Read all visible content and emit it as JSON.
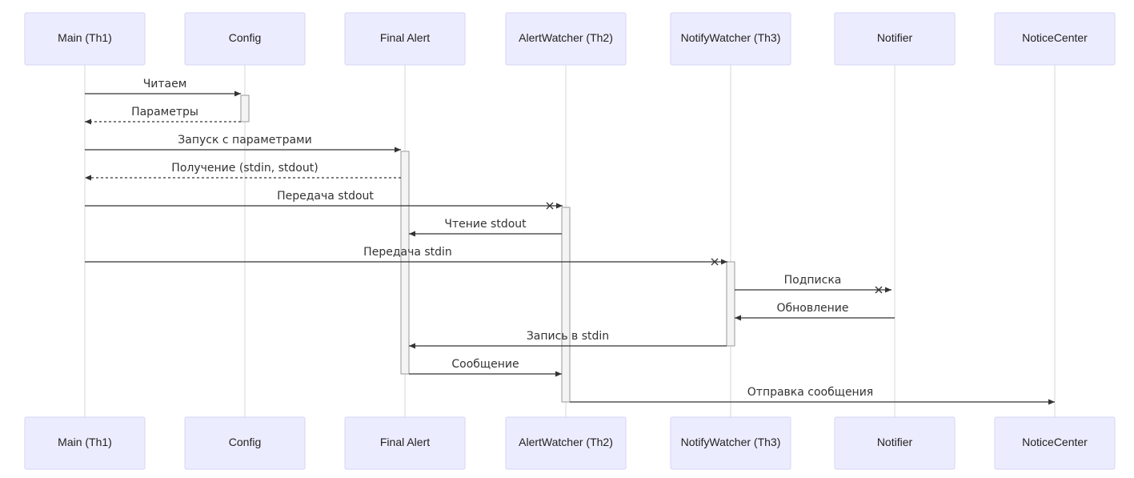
{
  "actors": [
    {
      "id": "main",
      "label": "Main (Th1)"
    },
    {
      "id": "config",
      "label": "Config"
    },
    {
      "id": "final",
      "label": "Final Alert"
    },
    {
      "id": "aw",
      "label": "AlertWatcher (Th2)"
    },
    {
      "id": "nw",
      "label": "NotifyWatcher (Th3)"
    },
    {
      "id": "notifier",
      "label": "Notifier"
    },
    {
      "id": "nc",
      "label": "NoticeCenter"
    }
  ],
  "messages": [
    {
      "from": "main",
      "to": "config",
      "label": "Читаем",
      "style": "solid",
      "head": "arrow"
    },
    {
      "from": "config",
      "to": "main",
      "label": "Параметры",
      "style": "dashed",
      "head": "arrow"
    },
    {
      "from": "main",
      "to": "final",
      "label": "Запуск с параметрами",
      "style": "solid",
      "head": "arrow"
    },
    {
      "from": "final",
      "to": "main",
      "label": "Получение (stdin, stdout)",
      "style": "dashed",
      "head": "arrow"
    },
    {
      "from": "main",
      "to": "aw",
      "label": "Передача stdout",
      "style": "solid",
      "head": "cross"
    },
    {
      "from": "aw",
      "to": "final",
      "label": "Чтение stdout",
      "style": "solid",
      "head": "arrow"
    },
    {
      "from": "main",
      "to": "nw",
      "label": "Передача stdin",
      "style": "solid",
      "head": "cross"
    },
    {
      "from": "nw",
      "to": "notifier",
      "label": "Подписка",
      "style": "solid",
      "head": "cross"
    },
    {
      "from": "notifier",
      "to": "nw",
      "label": "Обновление",
      "style": "solid",
      "head": "arrow"
    },
    {
      "from": "nw",
      "to": "final",
      "label": "Запись в stdin",
      "style": "solid",
      "head": "arrow"
    },
    {
      "from": "final",
      "to": "aw",
      "label": "Сообщение",
      "style": "solid",
      "head": "arrow"
    },
    {
      "from": "aw",
      "to": "nc",
      "label": "Отправка сообщения",
      "style": "solid",
      "head": "arrow"
    }
  ]
}
